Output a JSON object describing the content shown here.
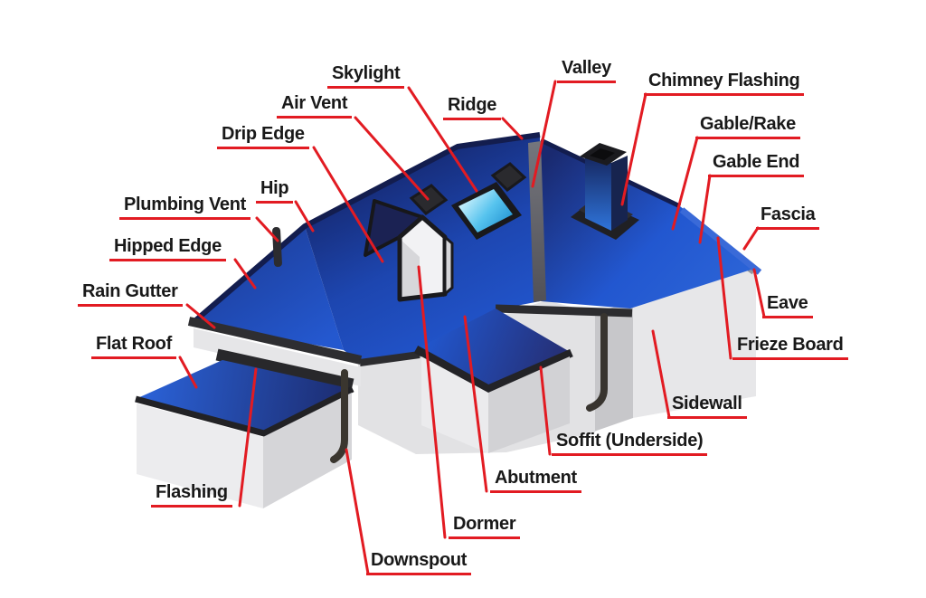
{
  "figure": {
    "type": "labeled-diagram",
    "subject": "Roof anatomy diagram of a house",
    "colors": {
      "roof_blue_dark": "#131f5c",
      "roof_blue_bright": "#2257d0",
      "wall_light": "#e7e7e9",
      "wall_shade": "#c7c7ca",
      "trim_dark": "#232327",
      "valley_gray": "#63646b",
      "skylight_glass": "#56c3ee",
      "leader_red": "#e21b22",
      "label_text": "#191919",
      "background": "#ffffff"
    },
    "labels": [
      {
        "id": "skylight",
        "text": "Skylight"
      },
      {
        "id": "air-vent",
        "text": "Air Vent"
      },
      {
        "id": "drip-edge",
        "text": "Drip Edge"
      },
      {
        "id": "hip",
        "text": "Hip"
      },
      {
        "id": "plumbing-vent",
        "text": "Plumbing Vent"
      },
      {
        "id": "hipped-edge",
        "text": "Hipped Edge"
      },
      {
        "id": "rain-gutter",
        "text": "Rain Gutter"
      },
      {
        "id": "flat-roof",
        "text": "Flat Roof"
      },
      {
        "id": "flashing",
        "text": "Flashing"
      },
      {
        "id": "downspout",
        "text": "Downspout"
      },
      {
        "id": "dormer",
        "text": "Dormer"
      },
      {
        "id": "abutment",
        "text": "Abutment"
      },
      {
        "id": "soffit",
        "text": "Soffit (Underside)"
      },
      {
        "id": "sidewall",
        "text": "Sidewall"
      },
      {
        "id": "frieze-board",
        "text": "Frieze Board"
      },
      {
        "id": "eave",
        "text": "Eave"
      },
      {
        "id": "fascia",
        "text": "Fascia"
      },
      {
        "id": "gable-end",
        "text": "Gable End"
      },
      {
        "id": "gable-rake",
        "text": "Gable/Rake"
      },
      {
        "id": "chimney-flashing",
        "text": "Chimney Flashing"
      },
      {
        "id": "valley",
        "text": "Valley"
      },
      {
        "id": "ridge",
        "text": "Ridge"
      }
    ]
  }
}
